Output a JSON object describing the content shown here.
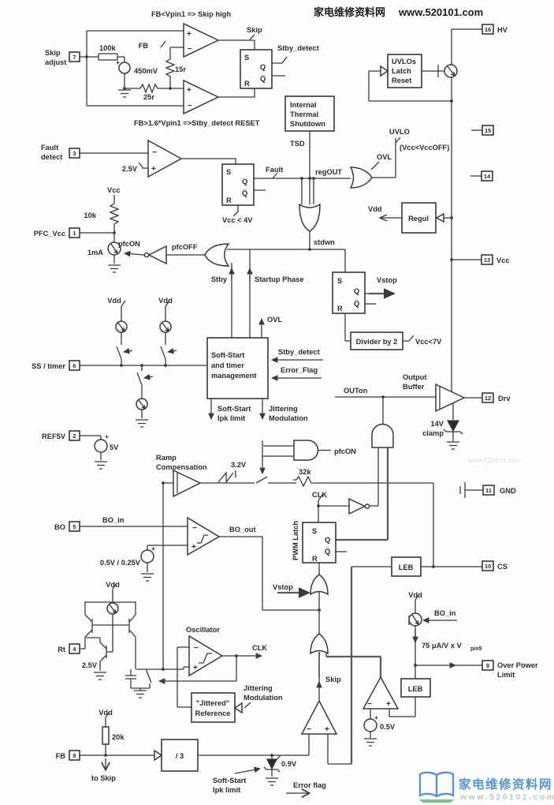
{
  "watermarks": {
    "top_cn": "家电维修资料网",
    "top_url": "www.520101.com",
    "mid_url": "www.520101.com",
    "bottom_cn": "家电维修资料网",
    "bottom_url": "www.520101.com"
  },
  "colors": {
    "line": "#3a3a3a",
    "watermark_blue": "#5a93cd",
    "watermark_gray_green": "#b9caba"
  },
  "ops": {
    "plus": "+",
    "minus": "−"
  },
  "latch": {
    "s": "S",
    "q": "Q",
    "qb": "Q̅",
    "r": "R"
  },
  "pins": {
    "p1": {
      "num": "1",
      "label": "PFC_Vcc"
    },
    "p2": {
      "num": "2",
      "label": "REF5V"
    },
    "p3": {
      "num": "3",
      "label_l1": "Fault",
      "label_l2": "detect"
    },
    "p4": {
      "num": "4",
      "label": "Rt"
    },
    "p5": {
      "num": "5",
      "label": "BO"
    },
    "p6": {
      "num": "6",
      "label": "SS / timer"
    },
    "p7": {
      "num": "7",
      "label_l1": "Skip",
      "label_l2": "adjust"
    },
    "p8": {
      "num": "8",
      "label": "FB"
    },
    "p9": {
      "num": "9",
      "label_l1": "Over Power",
      "label_l2": "Limit"
    },
    "p10": {
      "num": "10",
      "label": "CS"
    },
    "p11": {
      "num": "11",
      "label": "GND"
    },
    "p12": {
      "num": "12",
      "label": "Drv"
    },
    "p13": {
      "num": "13",
      "label": "Vcc"
    },
    "p14": {
      "num": "14"
    },
    "p15": {
      "num": "15"
    },
    "p16": {
      "num": "16",
      "label": "HV"
    }
  },
  "skip_section": {
    "cond_high": "FB<Vpin1 => Skip high",
    "cond_reset": "FB>1.6*Vpin1 =>Stby_detect RESET",
    "r1": "100k",
    "vref": "450mV",
    "r2": "15r",
    "r3": "25r",
    "fb": "FB",
    "skip": "Skip",
    "stby_detect": "Stby_detect"
  },
  "fault_section": {
    "vref": "2.5V",
    "fault": "Fault",
    "reset": "Vcc < 4V"
  },
  "thermal": {
    "l1": "Internal",
    "l2": "Thermal",
    "l3": "Shutdown",
    "tsd": "TSD"
  },
  "uvlo_section": {
    "regout": "regOUT",
    "ovl": "OVL",
    "uvlo": "UVLO",
    "cond": "(Vcc<VccOFF)",
    "latch_l1": "UVLOs",
    "latch_l2": "Latch",
    "latch_l3": "Reset",
    "regul": "Regul",
    "vdd": "Vdd"
  },
  "pfc_section": {
    "vcc": "Vcc",
    "r": "10k",
    "i": "1mA",
    "pfcon": "pfcON",
    "pfcoff": "pfcOFF",
    "stdwn": "stdwn",
    "stby": "Stby",
    "startup": "Startup Phase"
  },
  "vstop_latch": {
    "vstop": "Vstop",
    "divider": "Divider by 2",
    "cond": "Vcc<7V"
  },
  "soft_start": {
    "l1": "Soft-Start",
    "l2": "and timer",
    "l3": "management",
    "ovl": "OVL",
    "stby_detect": "Stby_detect",
    "error_flag": "Error_Flag",
    "ipk_l1": "Soft-Start",
    "ipk_l2": "Ipk limit",
    "jit_l1": "Jittering",
    "jit_l2": "Modulation",
    "vdd1": "Vdd",
    "vdd2": "Vdd"
  },
  "output_section": {
    "outon": "OUTon",
    "buf_l1": "Output",
    "buf_l2": "Buffer",
    "clamp_l1": "14V",
    "clamp_l2": "clamp",
    "pfcon": "pfcON",
    "r": "32k",
    "clk": "CLK"
  },
  "ref_section": {
    "v": "5V"
  },
  "ramp_section": {
    "l1": "Ramp",
    "l2": "Compensation",
    "v": "3.2V"
  },
  "bo_section": {
    "bo_in": "BO_in",
    "bo_out": "BO_out",
    "vref": "0.5V / 0.25V"
  },
  "osc_section": {
    "vdd": "Vdd",
    "vref": "2.5V",
    "title": "Oscillator",
    "clk": "CLK",
    "jit_l1": "Jittering",
    "jit_l2": "Modulation",
    "ref_l1": "\"Jittered\"",
    "ref_l2": "Reference"
  },
  "pwm_section": {
    "title": "PWM Latch",
    "vstop": "Vstop",
    "leb": "LEB"
  },
  "cs_section": {
    "leb": "LEB",
    "v": "0.5V",
    "skip": "Skip"
  },
  "opl_section": {
    "vdd": "Vdd",
    "bo_in": "BO_in",
    "gain": "75 μA/V x V",
    "gain_sub": "pin5"
  },
  "fb_section": {
    "vdd": "Vdd",
    "r": "20k",
    "to_skip": "to Skip",
    "div": "/ 3",
    "zener": "0.9V",
    "ipk_l1": "Soft-Start",
    "ipk_l2": "Ipk limit",
    "error": "Error flag"
  }
}
